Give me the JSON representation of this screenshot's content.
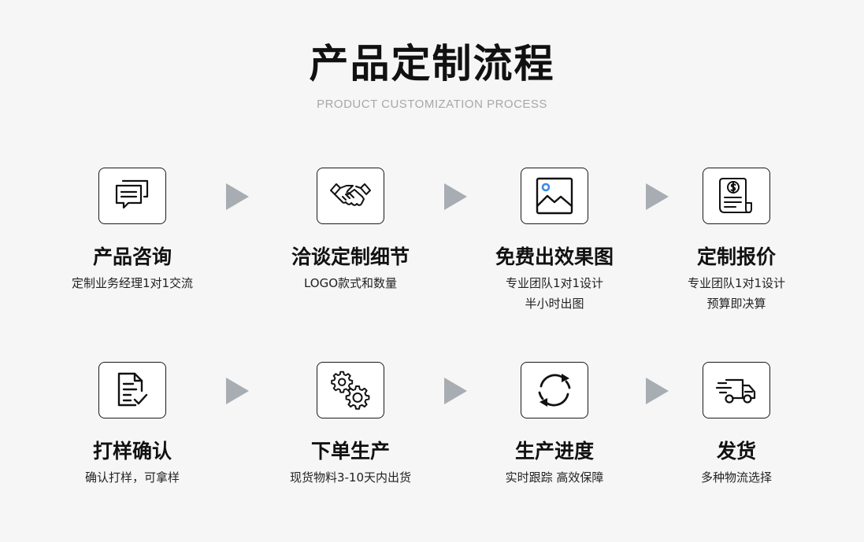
{
  "header": {
    "title": "产品定制流程",
    "subtitle": "PRODUCT CUSTOMIZATION PROCESS"
  },
  "steps": [
    {
      "icon": "chat-bubbles-icon",
      "title": "产品咨询",
      "desc1": "定制业务经理1对1交流",
      "desc2": ""
    },
    {
      "icon": "handshake-icon",
      "title": "洽谈定制细节",
      "desc1": "LOGO款式和数量",
      "desc2": ""
    },
    {
      "icon": "image-icon",
      "title": "免费出效果图",
      "desc1": "专业团队1对1设计",
      "desc2": "半小时出图"
    },
    {
      "icon": "invoice-dollar-icon",
      "title": "定制报价",
      "desc1": "专业团队1对1设计",
      "desc2": "预算即决算"
    },
    {
      "icon": "document-check-icon",
      "title": "打样确认",
      "desc1": "确认打样，可拿样",
      "desc2": ""
    },
    {
      "icon": "gears-icon",
      "title": "下单生产",
      "desc1": "现货物料3-10天内出货",
      "desc2": ""
    },
    {
      "icon": "refresh-cycle-icon",
      "title": "生产进度",
      "desc1": "实时跟踪 高效保障",
      "desc2": ""
    },
    {
      "icon": "delivery-truck-icon",
      "title": "发货",
      "desc1": "多种物流选择",
      "desc2": ""
    }
  ],
  "colors": {
    "arrow": "#a7adb3",
    "accent_blue": "#3b8de0",
    "subtitle_gray": "#a8a8a8"
  }
}
